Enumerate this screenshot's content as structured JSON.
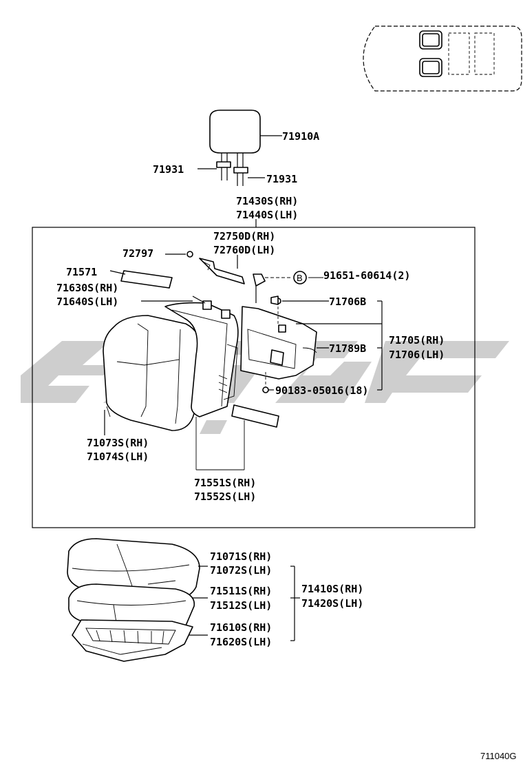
{
  "figure_id": "711040G",
  "circle_marker": "B",
  "callouts": {
    "headrest": "71910A",
    "support_left": "71931",
    "support_right": "71931",
    "back_assy_rh": "71430S(RH)",
    "back_assy_lh": "71440S(LH)",
    "armrest_rh": "72750D(RH)",
    "armrest_lh": "72760D(LH)",
    "clip": "72797",
    "pad_small": "71571",
    "frame_rh": "71630S(RH)",
    "frame_lh": "71640S(LH)",
    "bolt": "91651-60614(2)",
    "hook_b": "71706B",
    "board_rh": "71705(RH)",
    "board_lh": "71706(LH)",
    "spring_b": "71789B",
    "screw": "90183-05016(18)",
    "cover_back_rh": "71073S(RH)",
    "cover_back_lh": "71074S(LH)",
    "pad_back_rh": "71551S(RH)",
    "pad_back_lh": "71552S(LH)",
    "cushion_cover_rh": "71071S(RH)",
    "cushion_cover_lh": "71072S(LH)",
    "cushion_pad_rh": "71511S(RH)",
    "cushion_pad_lh": "71512S(LH)",
    "cushion_frame_rh": "71610S(RH)",
    "cushion_frame_lh": "71620S(LH)",
    "cushion_assy_rh": "71410S(RH)",
    "cushion_assy_lh": "71420S(LH)"
  }
}
